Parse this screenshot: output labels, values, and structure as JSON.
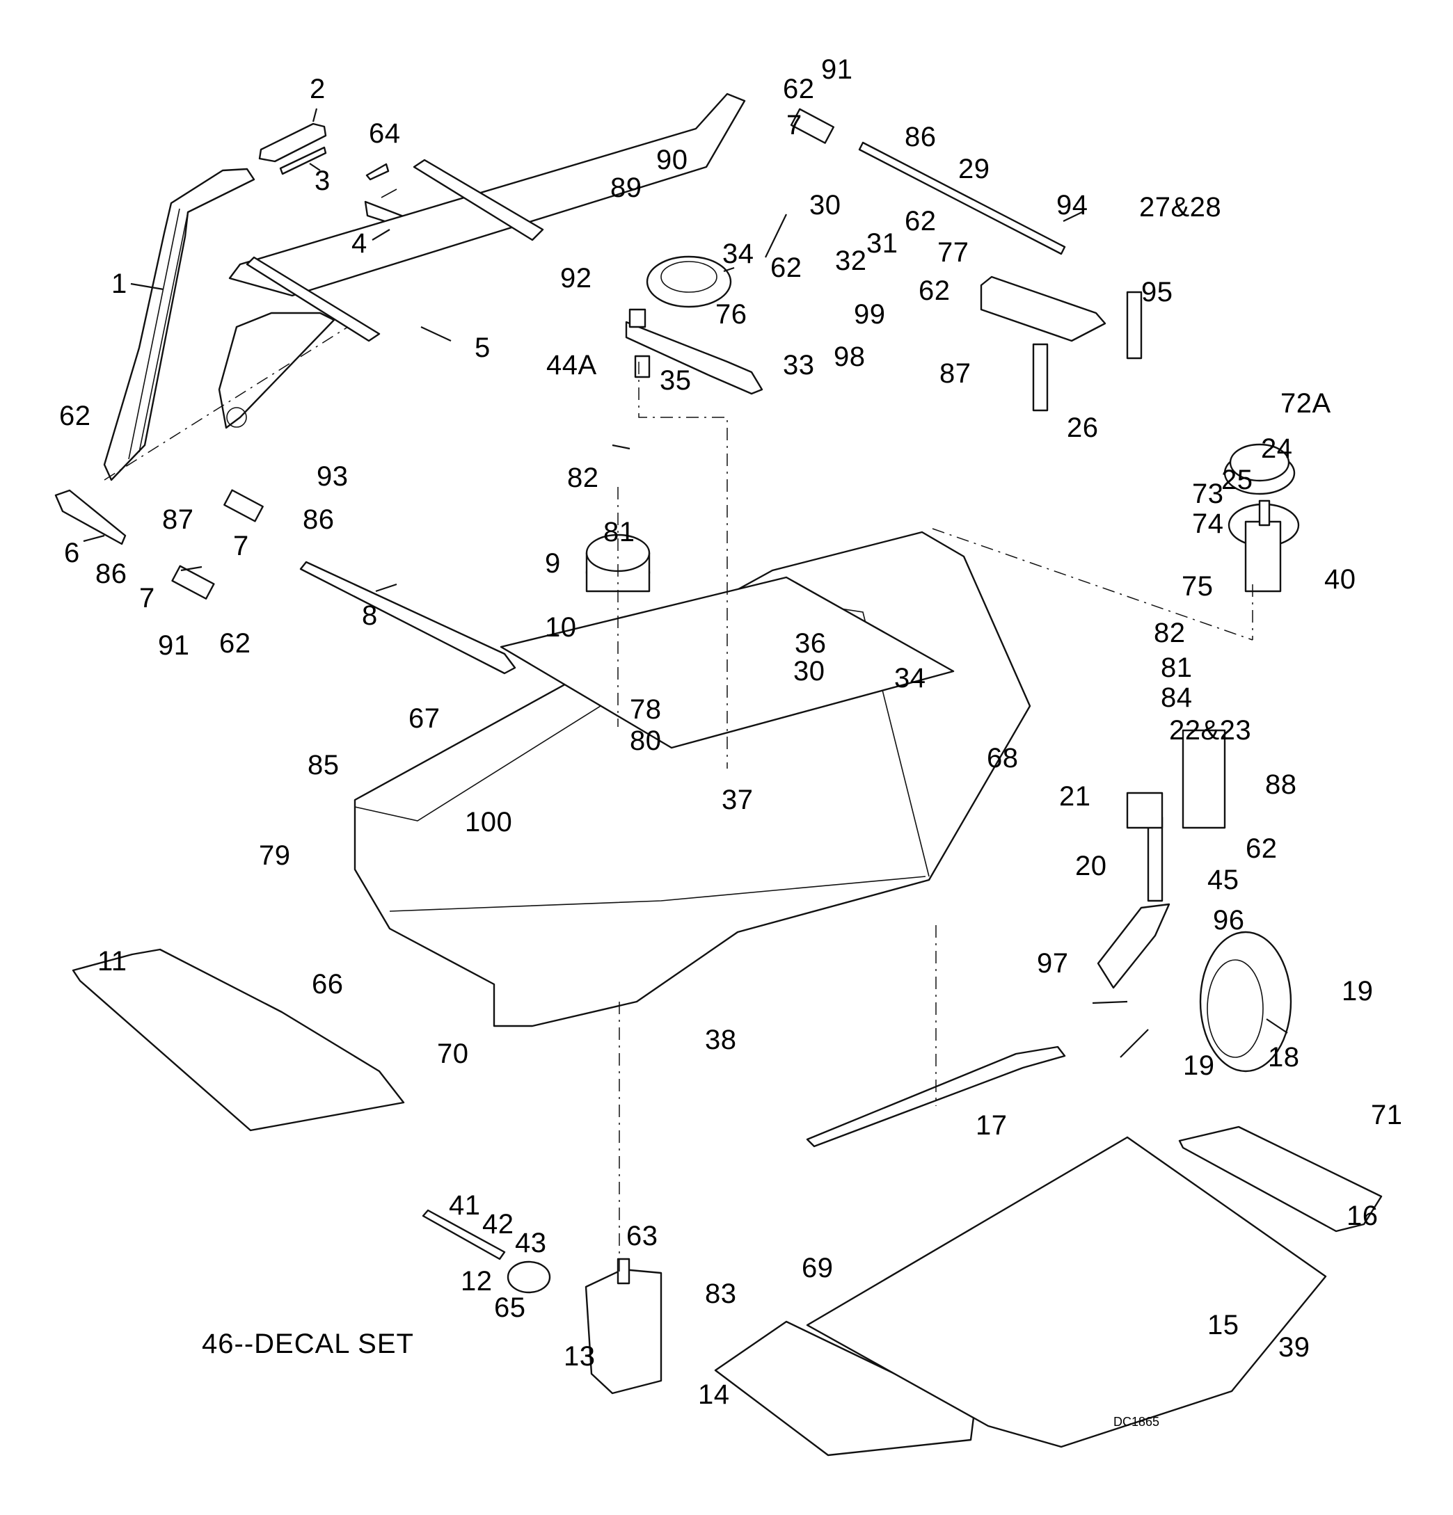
{
  "diagram": {
    "type": "exploded-parts-diagram",
    "subject": "Rotary mower deck assembly",
    "drawing_code": "DC1865",
    "note": "46--DECAL SET",
    "callouts": [
      {
        "id": "c1",
        "text": "1"
      },
      {
        "id": "c2",
        "text": "2"
      },
      {
        "id": "c3",
        "text": "3"
      },
      {
        "id": "c4",
        "text": "4"
      },
      {
        "id": "c5",
        "text": "5"
      },
      {
        "id": "c6",
        "text": "6"
      },
      {
        "id": "c7a",
        "text": "7"
      },
      {
        "id": "c7b",
        "text": "7"
      },
      {
        "id": "c7c",
        "text": "7"
      },
      {
        "id": "c8",
        "text": "8"
      },
      {
        "id": "c9",
        "text": "9"
      },
      {
        "id": "c10",
        "text": "10"
      },
      {
        "id": "c11",
        "text": "11"
      },
      {
        "id": "c12",
        "text": "12"
      },
      {
        "id": "c13",
        "text": "13"
      },
      {
        "id": "c14",
        "text": "14"
      },
      {
        "id": "c15",
        "text": "15"
      },
      {
        "id": "c16",
        "text": "16"
      },
      {
        "id": "c17",
        "text": "17"
      },
      {
        "id": "c18",
        "text": "18"
      },
      {
        "id": "c19a",
        "text": "19"
      },
      {
        "id": "c19b",
        "text": "19"
      },
      {
        "id": "c20",
        "text": "20"
      },
      {
        "id": "c21",
        "text": "21"
      },
      {
        "id": "c22",
        "text": "22&23"
      },
      {
        "id": "c24",
        "text": "24"
      },
      {
        "id": "c25",
        "text": "25"
      },
      {
        "id": "c26",
        "text": "26"
      },
      {
        "id": "c27",
        "text": "27&28"
      },
      {
        "id": "c29",
        "text": "29"
      },
      {
        "id": "c30a",
        "text": "30"
      },
      {
        "id": "c30b",
        "text": "30"
      },
      {
        "id": "c31",
        "text": "31"
      },
      {
        "id": "c32",
        "text": "32"
      },
      {
        "id": "c33",
        "text": "33"
      },
      {
        "id": "c34a",
        "text": "34"
      },
      {
        "id": "c34b",
        "text": "34"
      },
      {
        "id": "c35",
        "text": "35"
      },
      {
        "id": "c36",
        "text": "36"
      },
      {
        "id": "c37",
        "text": "37"
      },
      {
        "id": "c38",
        "text": "38"
      },
      {
        "id": "c39",
        "text": "39"
      },
      {
        "id": "c40",
        "text": "40"
      },
      {
        "id": "c41",
        "text": "41"
      },
      {
        "id": "c42",
        "text": "42"
      },
      {
        "id": "c43",
        "text": "43"
      },
      {
        "id": "c44A",
        "text": "44A"
      },
      {
        "id": "c45",
        "text": "45"
      },
      {
        "id": "c62a",
        "text": "62"
      },
      {
        "id": "c62b",
        "text": "62"
      },
      {
        "id": "c62c",
        "text": "62"
      },
      {
        "id": "c62d",
        "text": "62"
      },
      {
        "id": "c62e",
        "text": "62"
      },
      {
        "id": "c62f",
        "text": "62"
      },
      {
        "id": "c62g",
        "text": "62"
      },
      {
        "id": "c63",
        "text": "63"
      },
      {
        "id": "c64",
        "text": "64"
      },
      {
        "id": "c65",
        "text": "65"
      },
      {
        "id": "c66",
        "text": "66"
      },
      {
        "id": "c67",
        "text": "67"
      },
      {
        "id": "c68",
        "text": "68"
      },
      {
        "id": "c69",
        "text": "69"
      },
      {
        "id": "c70",
        "text": "70"
      },
      {
        "id": "c71",
        "text": "71"
      },
      {
        "id": "c72A",
        "text": "72A"
      },
      {
        "id": "c73",
        "text": "73"
      },
      {
        "id": "c74",
        "text": "74"
      },
      {
        "id": "c75",
        "text": "75"
      },
      {
        "id": "c76",
        "text": "76"
      },
      {
        "id": "c77",
        "text": "77"
      },
      {
        "id": "c78",
        "text": "78"
      },
      {
        "id": "c79",
        "text": "79"
      },
      {
        "id": "c80",
        "text": "80"
      },
      {
        "id": "c81a",
        "text": "81"
      },
      {
        "id": "c81b",
        "text": "81"
      },
      {
        "id": "c82a",
        "text": "82"
      },
      {
        "id": "c82b",
        "text": "82"
      },
      {
        "id": "c83",
        "text": "83"
      },
      {
        "id": "c84",
        "text": "84"
      },
      {
        "id": "c85",
        "text": "85"
      },
      {
        "id": "c86a",
        "text": "86"
      },
      {
        "id": "c86b",
        "text": "86"
      },
      {
        "id": "c86c",
        "text": "86"
      },
      {
        "id": "c87a",
        "text": "87"
      },
      {
        "id": "c87b",
        "text": "87"
      },
      {
        "id": "c88",
        "text": "88"
      },
      {
        "id": "c89",
        "text": "89"
      },
      {
        "id": "c90",
        "text": "90"
      },
      {
        "id": "c91a",
        "text": "91"
      },
      {
        "id": "c91b",
        "text": "91"
      },
      {
        "id": "c92",
        "text": "92"
      },
      {
        "id": "c93",
        "text": "93"
      },
      {
        "id": "c94",
        "text": "94"
      },
      {
        "id": "c95",
        "text": "95"
      },
      {
        "id": "c96",
        "text": "96"
      },
      {
        "id": "c97",
        "text": "97"
      },
      {
        "id": "c98",
        "text": "98"
      },
      {
        "id": "c99",
        "text": "99"
      },
      {
        "id": "c100",
        "text": "100"
      }
    ]
  }
}
